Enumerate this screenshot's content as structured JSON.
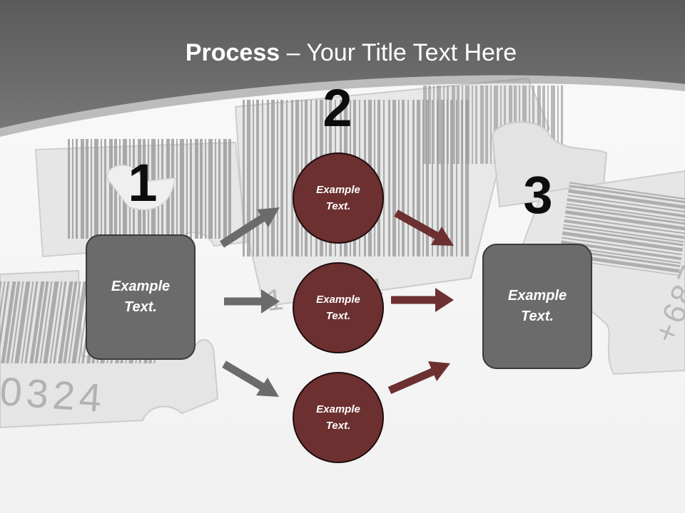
{
  "title": {
    "bold": "Process",
    "rest": " – Your Title Text Here"
  },
  "steps": [
    {
      "number": "1",
      "text": "Example\nText."
    },
    {
      "number": "2",
      "texts": [
        "Example\nText.",
        "Example\nText.",
        "Example\nText."
      ]
    },
    {
      "number": "3",
      "text": "Example\nText."
    }
  ],
  "colors": {
    "header": "#6b6b6b",
    "box_fill": "#6b6b6b",
    "circle_fill": "#6c3030",
    "gray_arrow": "#6b6b6b",
    "red_arrow": "#6c3030",
    "number_text": "#0d0d0d"
  },
  "background": {
    "digits_left": "0324",
    "digits_center": "1  5954",
    "digits_right": "+687"
  }
}
